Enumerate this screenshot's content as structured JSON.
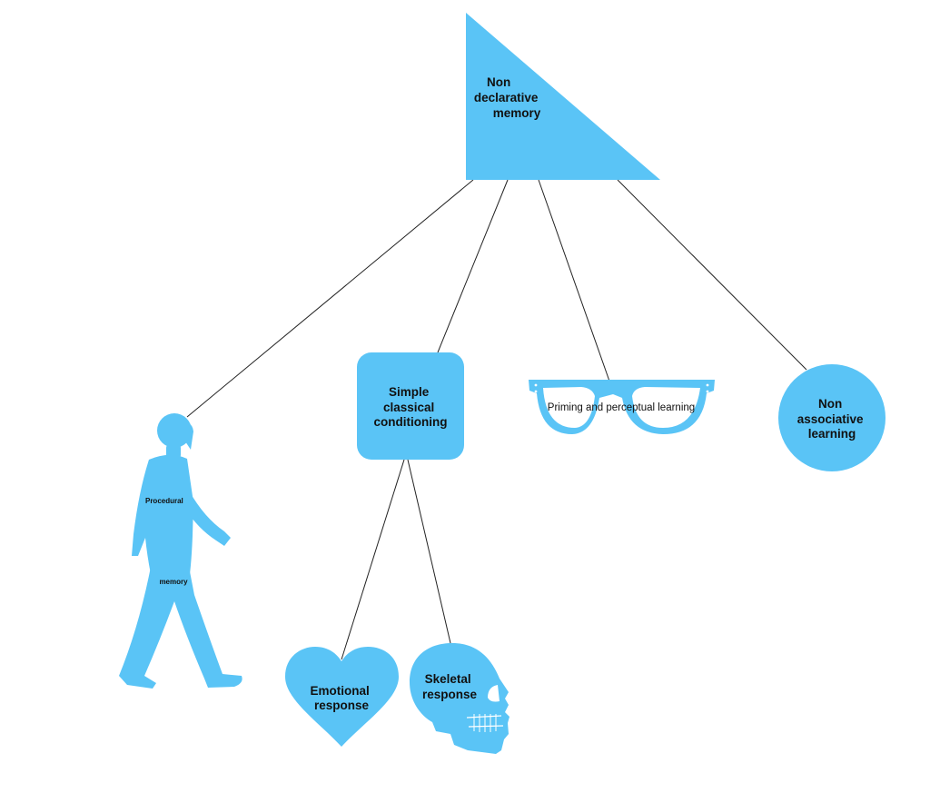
{
  "colors": {
    "shape_fill": "#5ac4f6",
    "connector": "#222222",
    "text": "#111111",
    "background": "#ffffff"
  },
  "root": {
    "shape": "triangle",
    "lines": [
      "Non",
      "declarative",
      "memory"
    ]
  },
  "branches": [
    {
      "id": "procedural",
      "shape": "walking-person-icon",
      "lines": [
        "Procedural",
        "memory"
      ]
    },
    {
      "id": "simple-classical-conditioning",
      "shape": "rounded-square",
      "lines": [
        "Simple",
        "classical",
        "conditioning"
      ]
    },
    {
      "id": "priming",
      "shape": "glasses-icon",
      "lines": [
        "Priming and perceptual learning"
      ]
    },
    {
      "id": "non-associative",
      "shape": "circle",
      "lines": [
        "Non",
        "associative",
        "learning"
      ]
    }
  ],
  "sub_branches": [
    {
      "parent": "simple-classical-conditioning",
      "id": "emotional",
      "shape": "heart-icon",
      "lines": [
        "Emotional",
        "response"
      ]
    },
    {
      "parent": "simple-classical-conditioning",
      "id": "skeletal",
      "shape": "skull-icon",
      "lines": [
        "Skeletal",
        "response"
      ]
    }
  ]
}
